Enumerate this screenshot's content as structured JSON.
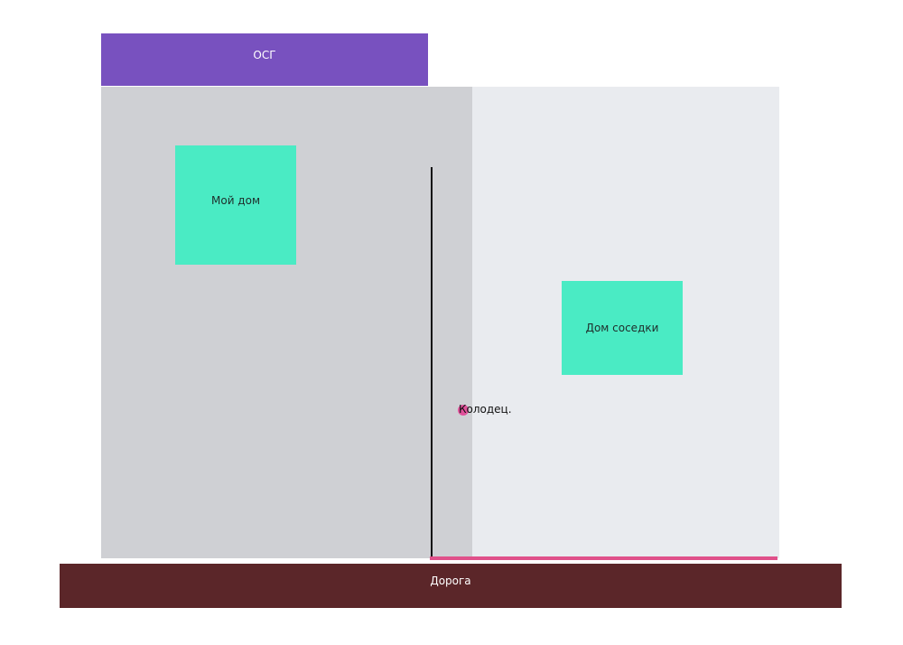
{
  "labels": {
    "osg": "ОСГ",
    "my_house": "Мой дом",
    "neighbor_house": "Дом соседки",
    "well": "Колодец.",
    "road": "Дорога"
  },
  "colors": {
    "osg": "#7851bf",
    "my_plot": "#cfd0d4",
    "neighbor_plot": "#e9ebef",
    "house": "#4aebc4",
    "well": "#e0509a",
    "boundary": "#e0508a",
    "road": "#5b2629"
  }
}
